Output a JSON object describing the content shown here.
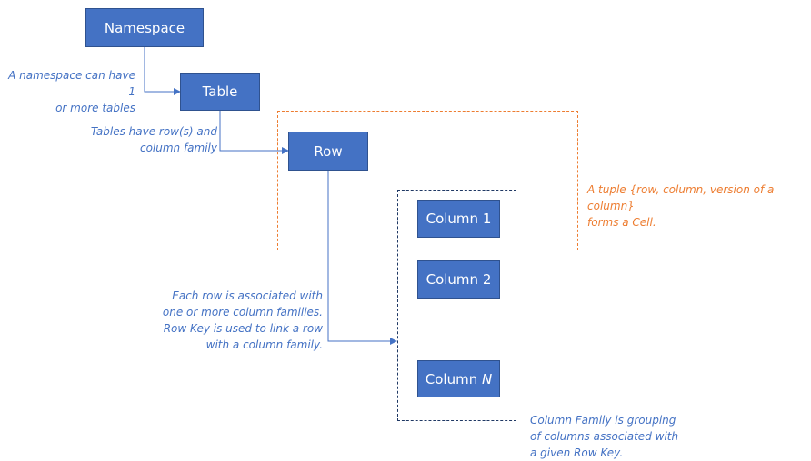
{
  "colors": {
    "box": "#4472c4",
    "box_border": "#2f528f",
    "connector": "#4472c4",
    "note_blue": "#4472c4",
    "note_orange": "#ed7d31",
    "cell_border": "#ed7d31",
    "family_border": "#1f3864"
  },
  "nodes": {
    "namespace": "Namespace",
    "table": "Table",
    "row": "Row",
    "column1": "Column 1",
    "column2": "Column 2",
    "columnN_prefix": "Column ",
    "columnN_var": "N"
  },
  "notes": {
    "namespace_tables": [
      "A namespace can have 1",
      "or more tables"
    ],
    "tables_rows": [
      "Tables have row(s) and",
      "column family"
    ],
    "cell_tuple": [
      "A tuple {row, column, version of a column}",
      "forms a Cell."
    ],
    "row_family": [
      "Each row is associated with",
      "one or more column families.",
      "Row Key is used to link a row",
      "with a column family."
    ],
    "column_family": [
      "Column Family is grouping",
      "of columns associated with",
      "a given Row Key."
    ]
  }
}
